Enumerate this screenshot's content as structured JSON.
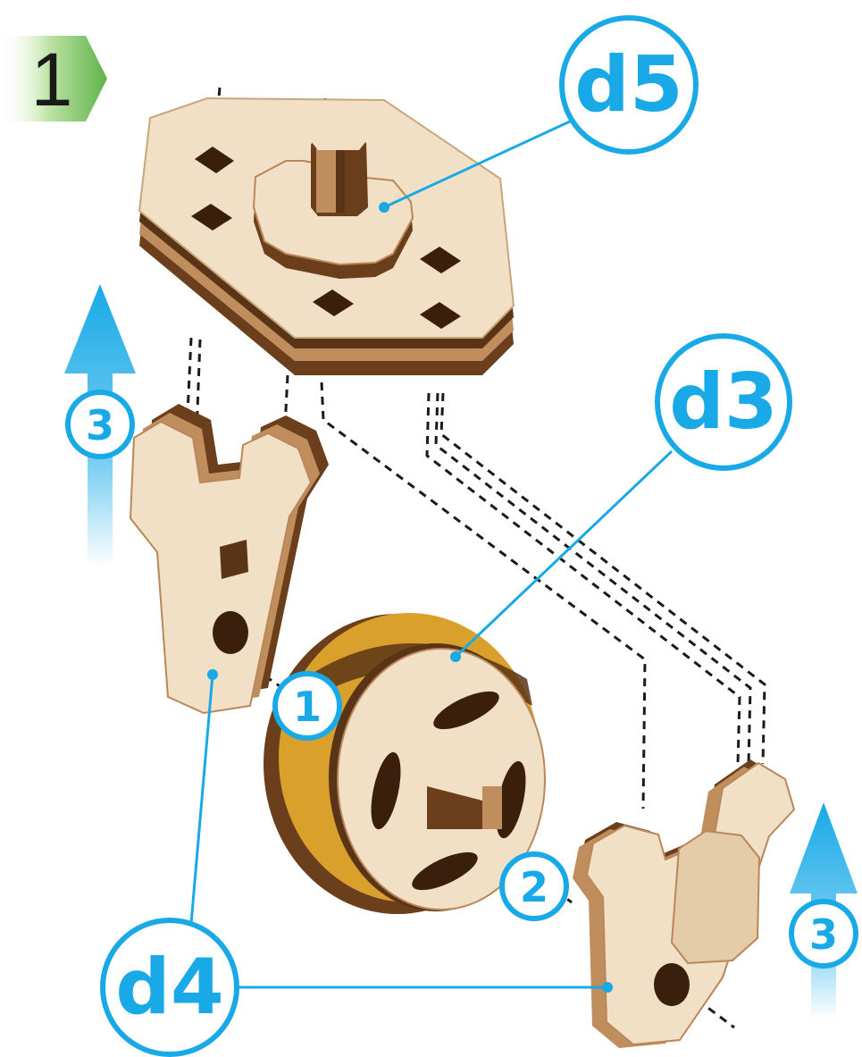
{
  "step": {
    "number": "1"
  },
  "parts": [
    {
      "id": "d5",
      "label": "d5"
    },
    {
      "id": "d3",
      "label": "d3"
    },
    {
      "id": "d4",
      "label": "d4"
    }
  ],
  "order_markers": [
    {
      "id": "m1",
      "label": "1"
    },
    {
      "id": "m2",
      "label": "2"
    },
    {
      "id": "m3a",
      "label": "3"
    },
    {
      "id": "m3b",
      "label": "3"
    }
  ],
  "colors": {
    "accent": "#18a9e6",
    "wood_light": "#f1dfc6",
    "wood_edge": "#b9875a",
    "wood_dark": "#5a3416",
    "glue_band": "#d9a02c",
    "step_green": "#5fb34a"
  }
}
